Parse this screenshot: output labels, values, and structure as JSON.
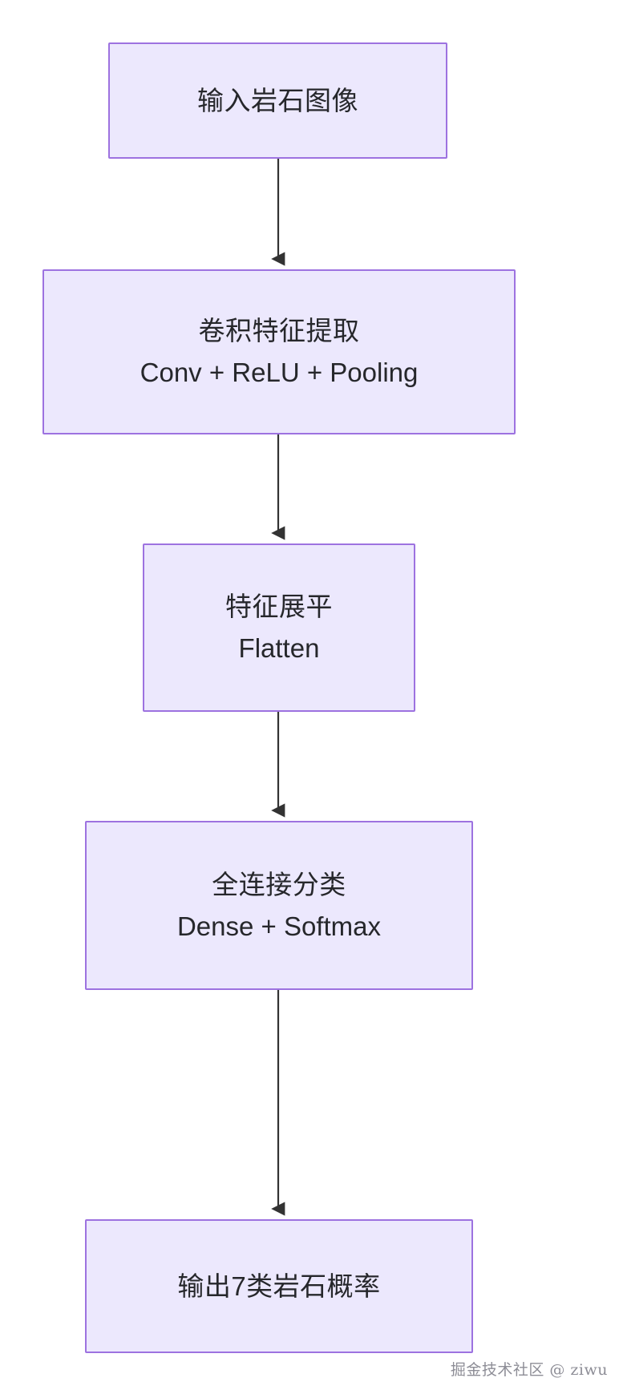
{
  "diagram": {
    "type": "flowchart",
    "direction": "top-to-bottom",
    "theme": {
      "node_fill": "#ece8fd",
      "node_border": "#9d72e0",
      "node_text": "#26272b",
      "edge_color": "#333333",
      "background": "#ffffff"
    },
    "nodes": [
      {
        "id": "input",
        "line_cn": "输入岩石图像",
        "line_en": ""
      },
      {
        "id": "conv",
        "line_cn": "卷积特征提取",
        "line_en": "Conv + ReLU + Pooling"
      },
      {
        "id": "flatten",
        "line_cn": "特征展平",
        "line_en": "Flatten"
      },
      {
        "id": "dense",
        "line_cn": "全连接分类",
        "line_en": "Dense + Softmax"
      },
      {
        "id": "output",
        "line_cn": "输出7类岩石概率",
        "line_en": ""
      }
    ],
    "edges": [
      {
        "from": "input",
        "to": "conv",
        "label": ""
      },
      {
        "from": "conv",
        "to": "flatten",
        "label": ""
      },
      {
        "from": "flatten",
        "to": "dense",
        "label": ""
      },
      {
        "from": "dense",
        "to": "output",
        "label": ""
      }
    ]
  },
  "watermark": {
    "text": "掘金技术社区 @ ziwu"
  }
}
